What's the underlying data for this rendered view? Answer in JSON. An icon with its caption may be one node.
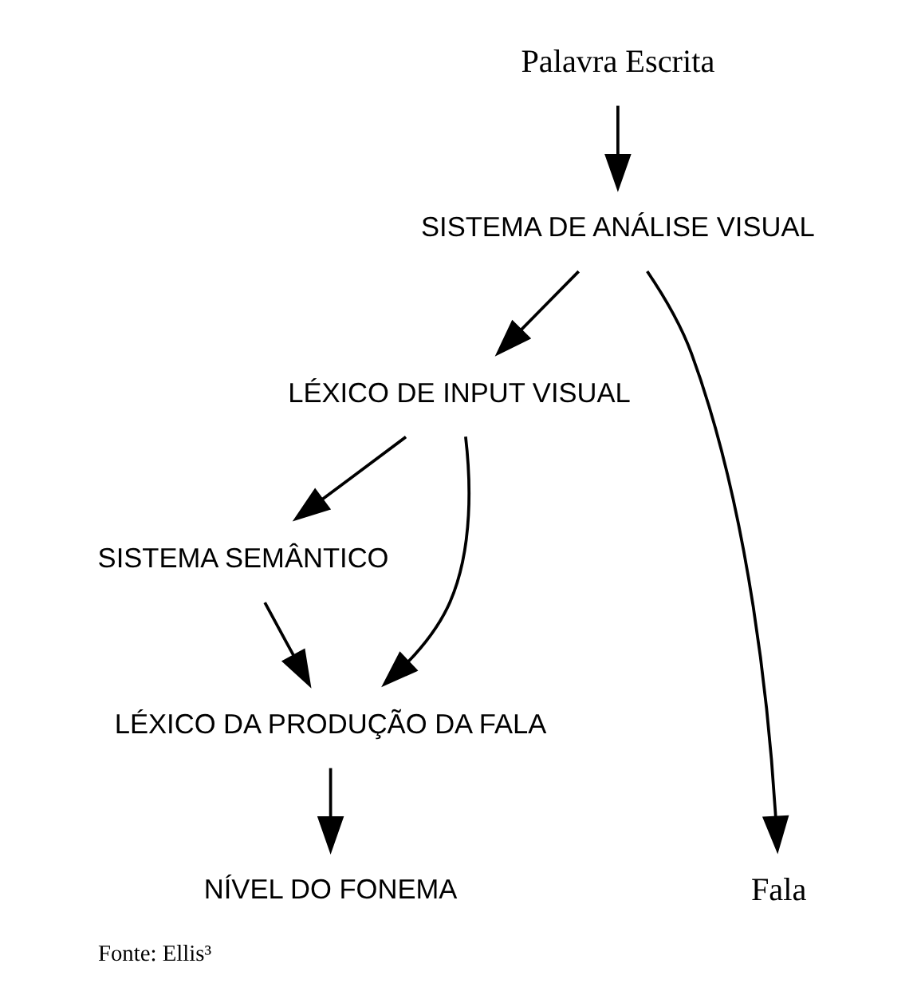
{
  "diagram": {
    "caption": "Fonte: Ellis³",
    "nodes": [
      {
        "text": [
          "Palavra Escrita"
        ]
      },
      {
        "text": [
          "SISTEMA DE ANÁLISE VISUAL"
        ]
      },
      {
        "text": [
          "LÉXICO DE INPUT VISUAL"
        ]
      },
      {
        "text": [
          "SISTEMA SEMÂNTICO"
        ]
      },
      {
        "text": [
          "LÉXICO DA PRODUÇÃO DA FALA"
        ]
      },
      {
        "text": [
          "NÍVEL DO FONEMA"
        ]
      },
      {
        "text": [
          "Fala"
        ]
      }
    ],
    "edges": [
      {
        "from": 0,
        "to": 1,
        "arrow": "to"
      },
      {
        "from": 1,
        "to": 2,
        "arrow": "to"
      },
      {
        "from": 1,
        "to": 6,
        "arrow": "to"
      },
      {
        "from": 2,
        "to": 3,
        "arrow": "to"
      },
      {
        "from": 2,
        "to": 4,
        "arrow": "to"
      },
      {
        "from": 3,
        "to": 4,
        "arrow": "to"
      },
      {
        "from": 4,
        "to": 5,
        "arrow": "to"
      }
    ]
  }
}
